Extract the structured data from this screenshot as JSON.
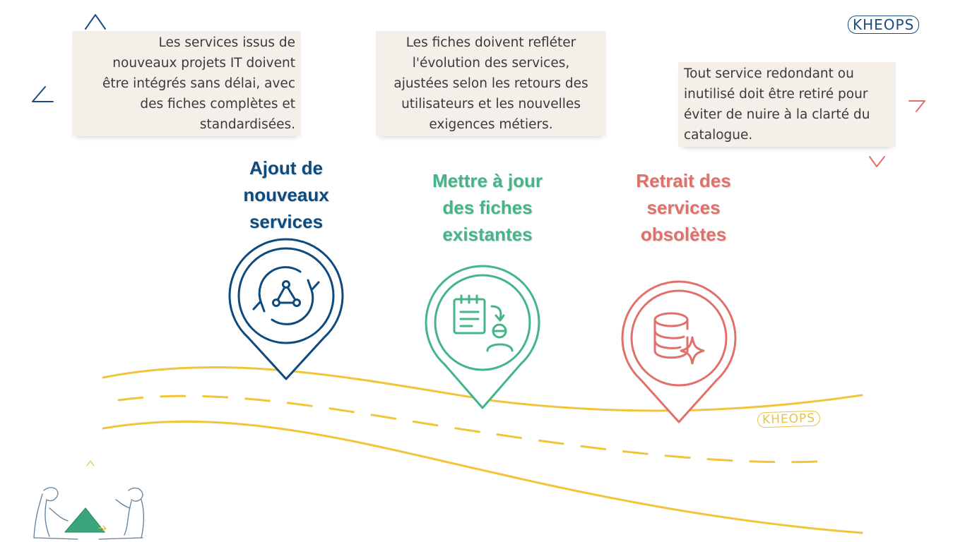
{
  "brand": {
    "logo": "KHEOPS",
    "road_logo": "KHEOPS"
  },
  "colors": {
    "step1": "#0d4a7e",
    "step2": "#43b586",
    "step3": "#e2706a",
    "road": "#f0c53a",
    "callout_bg": "#f4efe9"
  },
  "steps": [
    {
      "title_lines": [
        "Ajout de",
        "nouveaux",
        "services"
      ],
      "description_lines": [
        "Les services issus de",
        "nouveaux projets IT doivent",
        "être intégrés sans délai, avec",
        "des fiches complètes et",
        "standardisées."
      ],
      "icon": "network-refresh-icon"
    },
    {
      "title_lines": [
        "Mettre à jour",
        "des fiches",
        "existantes"
      ],
      "description_lines": [
        "Les fiches doivent refléter",
        "l'évolution des services,",
        "ajustées selon les retours des",
        "utilisateurs et les nouvelles",
        "exigences métiers."
      ],
      "icon": "document-user-update-icon"
    },
    {
      "title_lines": [
        "Retrait des",
        "services",
        "obsolètes"
      ],
      "description_lines": [
        "Tout service redondant ou",
        "inutilisé doit être retiré pour",
        "éviter de nuire à la clarté du",
        "catalogue."
      ],
      "icon": "database-sparkle-icon"
    }
  ]
}
